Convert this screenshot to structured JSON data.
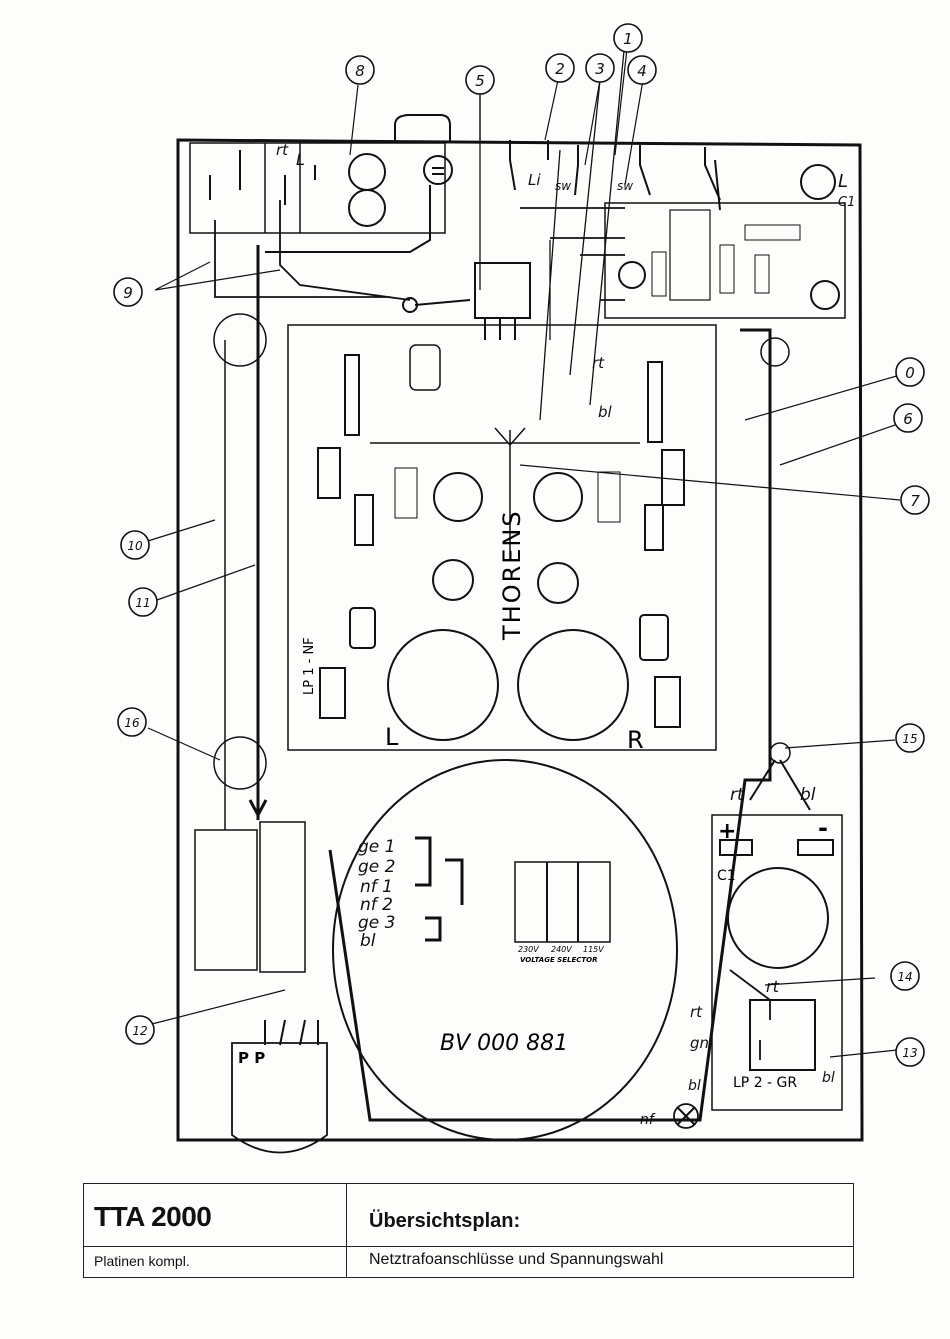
{
  "callouts": [
    "0",
    "1",
    "2",
    "3",
    "4",
    "5",
    "6",
    "7",
    "8",
    "9",
    "10",
    "11",
    "12",
    "13",
    "14",
    "15",
    "16"
  ],
  "board_text": {
    "brand": "THORENS",
    "board_label": "LP 1 - NF",
    "left": "L",
    "right": "R",
    "power_board": "LP 2 - GR",
    "transformer_code": "BV 000 881",
    "voltage_selector": "VOLTAGE SELECTOR",
    "voltages": [
      "230V",
      "240V",
      "115V"
    ],
    "c1": "C1",
    "plus": "+",
    "minus": "-",
    "pp": "P P"
  },
  "wires": {
    "li": "Li",
    "sw_a": "sw",
    "sw_b": "sw",
    "rt_top": "rt",
    "rt_mid": "rt",
    "bl_mid": "bl",
    "rt_psu": "rt",
    "bl_psu": "bl",
    "rt_14": "rt",
    "rt_13": "rt",
    "gn": "gn",
    "bl_13": "bl",
    "bl_bottom": "bl",
    "nf_bottom": "nf",
    "l_top": "L",
    "l_c1": "L",
    "c1_top": "C1"
  },
  "transformer_taps": [
    "ge 1",
    "ge 2",
    "nf 1",
    "nf 2",
    "ge 3",
    "bl"
  ],
  "title_block": {
    "model": "TTA 2000",
    "plan_title": "Übersichtsplan:",
    "subtitle_left": "Platinen kompl.",
    "subtitle_right": "Netztrafoanschlüsse und Spannungswahl"
  }
}
